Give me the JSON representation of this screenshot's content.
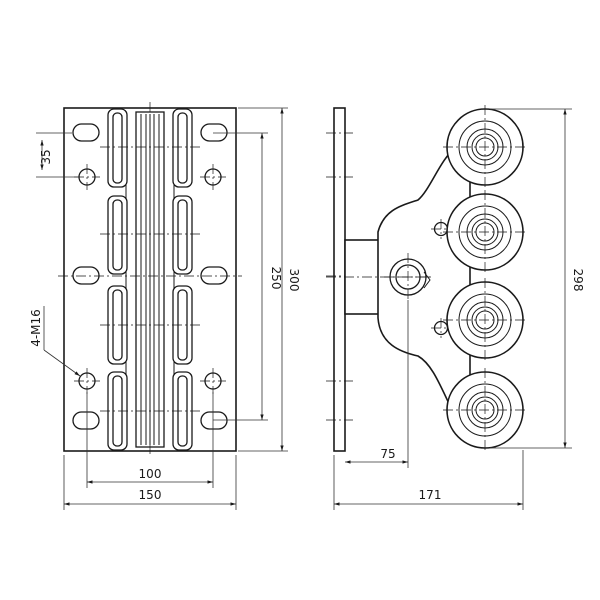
{
  "drawing": {
    "dimensions": {
      "plate_width": "150",
      "hole_spacing_horizontal": "100",
      "plate_height": "300",
      "hole_spacing_vertical": "250",
      "slot_offset": "35",
      "thread_label": "4-M16",
      "side_total_width": "171",
      "side_offset": "75",
      "side_total_height": "298"
    }
  },
  "colors": {
    "line": "#1a1a1a",
    "background": "#ffffff"
  }
}
